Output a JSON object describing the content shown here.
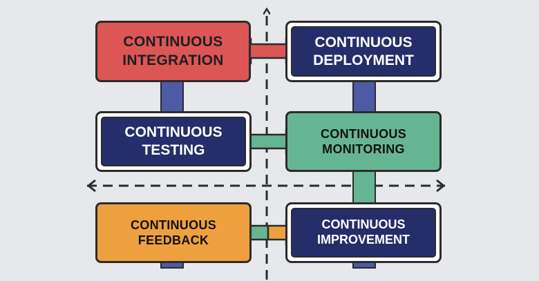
{
  "diagram": {
    "boxes": {
      "continuous_integration": {
        "line1": "CONTINUOUS",
        "line2": "INTEGRATION",
        "color": "#dc5656"
      },
      "continuous_deployment": {
        "line1": "CONTINUOUS",
        "line2": "DEPLOYMENT",
        "color": "#252e6a"
      },
      "continuous_testing": {
        "line1": "CONTINUOUS",
        "line2": "TESTING",
        "color": "#252e6a"
      },
      "continuous_monitoring": {
        "line1": "CONTINUOUS",
        "line2": "MONITORING",
        "color": "#66b592"
      },
      "continuous_feedback": {
        "line1": "CONTINUOUS",
        "line2": "FEEDBACK",
        "color": "#eea03e"
      },
      "continuous_improvement": {
        "line1": "CONTINUOUS",
        "line2": "IMPROVEMENT",
        "color": "#252e6a"
      }
    },
    "colors": {
      "background": "#e6e8ec",
      "connector_navy": "#4d5aa8",
      "connector_green": "#66b592",
      "arrow_red": "#dc5656",
      "arrow_green": "#66b592",
      "arrow_orange": "#eea03e",
      "axis": "#2b2b2b"
    }
  }
}
